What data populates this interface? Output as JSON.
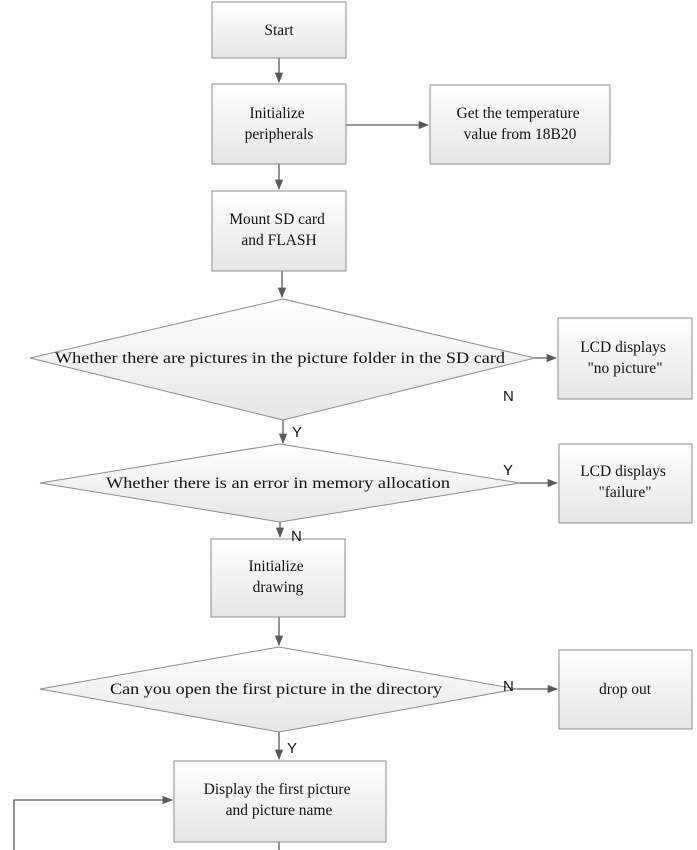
{
  "colors": {
    "box_fill_top": "#ffffff",
    "box_fill_bottom": "#e6e6e6",
    "stroke": "#8c8c8c",
    "connector": "#5a5a5a"
  },
  "nodes": {
    "start": "Start",
    "init_peripherals": [
      "Initialize",
      "peripherals"
    ],
    "get_temperature": [
      "Get the temperature",
      "value from 18B20"
    ],
    "mount_sd": [
      "Mount SD card",
      "and FLASH"
    ],
    "decision_pictures": "Whether there are pictures in the picture folder in the SD card",
    "lcd_no_picture": [
      "LCD displays",
      "\"no picture\""
    ],
    "decision_memory": "Whether there is an error in memory allocation",
    "lcd_failure": [
      "LCD displays",
      "\"failure\""
    ],
    "init_drawing": [
      "Initialize",
      "drawing"
    ],
    "decision_open": "Can you open the first picture in the directory",
    "drop_out": "drop out",
    "display_first": [
      "Display the first picture",
      "and picture name"
    ]
  },
  "edge_labels": {
    "pictures_no": "N",
    "pictures_yes": "Y",
    "memory_yes": "Y",
    "memory_no": "N",
    "open_no": "N",
    "open_yes": "Y"
  }
}
